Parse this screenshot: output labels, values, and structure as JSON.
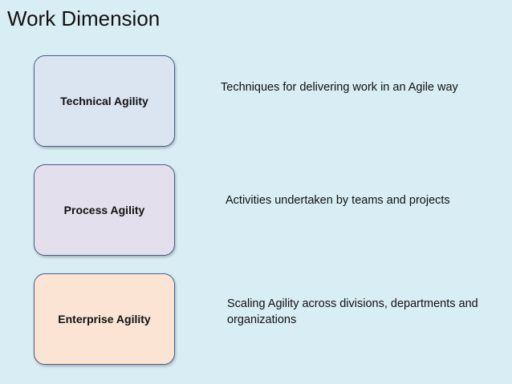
{
  "title": "Work Dimension",
  "colors": {
    "background": "#d9edf4",
    "border": "#4a5e86",
    "technical_fill": "#dbe5f2",
    "process_fill": "#e4dfec",
    "enterprise_fill": "#fbe4d3"
  },
  "dimensions": [
    {
      "label": "Technical Agility",
      "description": "Techniques for delivering work in an Agile way"
    },
    {
      "label": "Process Agility",
      "description": "Activities undertaken by teams and projects"
    },
    {
      "label": "Enterprise Agility",
      "description": "Scaling Agility across divisions, departments and organizations"
    }
  ]
}
